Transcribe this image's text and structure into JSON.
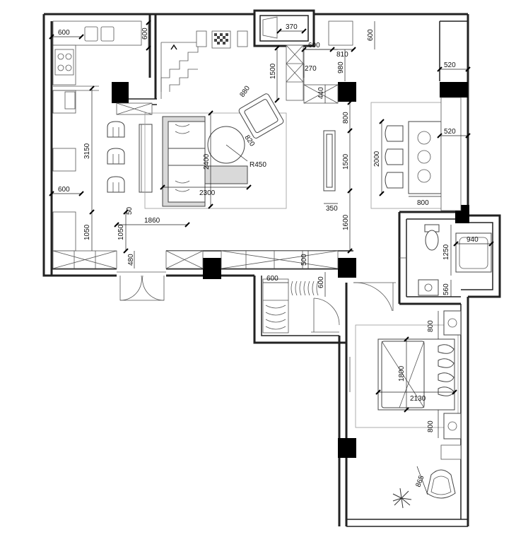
{
  "dimensions": {
    "kitchen_top_left": "600",
    "kitchen_top_right": "600",
    "kitchen_counter": "3150",
    "kitchen_fridge": "600",
    "dining_len": "1050",
    "entry_len": "1050",
    "table_len": "1860",
    "gap_50": "50",
    "entry_480": "480",
    "stair_1500": "1500",
    "chair_880": "880",
    "chair_820": "820",
    "coffee_r": "R450",
    "sofa_depth": "2400",
    "sofa_len": "2300",
    "tv_800": "800",
    "tv_1500": "1500",
    "tv_1600": "1600",
    "tv_350": "350",
    "bath_370": "370",
    "hall_600": "600",
    "hall_810": "810",
    "hall_980": "980",
    "hall_270": "270",
    "hall_440": "440",
    "right_600": "600",
    "right_520a": "520",
    "right_520b": "520",
    "desk_2000": "2000",
    "desk_800": "800",
    "wc_940": "940",
    "wc_1250": "1250",
    "wc_560": "560",
    "closet_600a": "600",
    "closet_600b": "600",
    "closet_500": "500",
    "bed_800a": "800",
    "bed_1800": "1800",
    "bed_2130": "2130",
    "bed_800b": "800",
    "chair_865": "865"
  },
  "icons": [
    "stair-arrow-icon",
    "sink-icon",
    "stove-icon",
    "toilet-icon",
    "bathtub-icon",
    "plant-icon"
  ]
}
